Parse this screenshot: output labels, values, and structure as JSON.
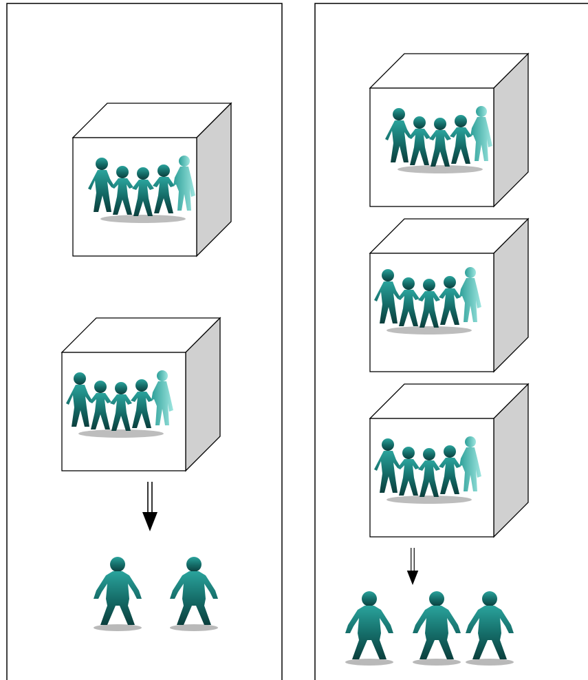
{
  "colors": {
    "background": "#ffffff",
    "panel_border": "#000000",
    "cube_front": "#ffffff",
    "cube_side": "#d0d0d0",
    "figure_dark": "#0f4f4c",
    "figure_mid": "#1f8a86",
    "figure_light": "#67c7c1",
    "shadow": "#b9b9b9",
    "arrow": "#000000"
  },
  "panels": [
    {
      "name": "left",
      "cubes": 2,
      "arrow": "double-down-arrow",
      "output_people": 2
    },
    {
      "name": "right",
      "cubes": 3,
      "arrow": "double-down-arrow",
      "output_people": 3
    }
  ],
  "icons": {
    "group": "people-chain-icon",
    "person": "person-icon",
    "arrow": "down-arrow-icon"
  }
}
